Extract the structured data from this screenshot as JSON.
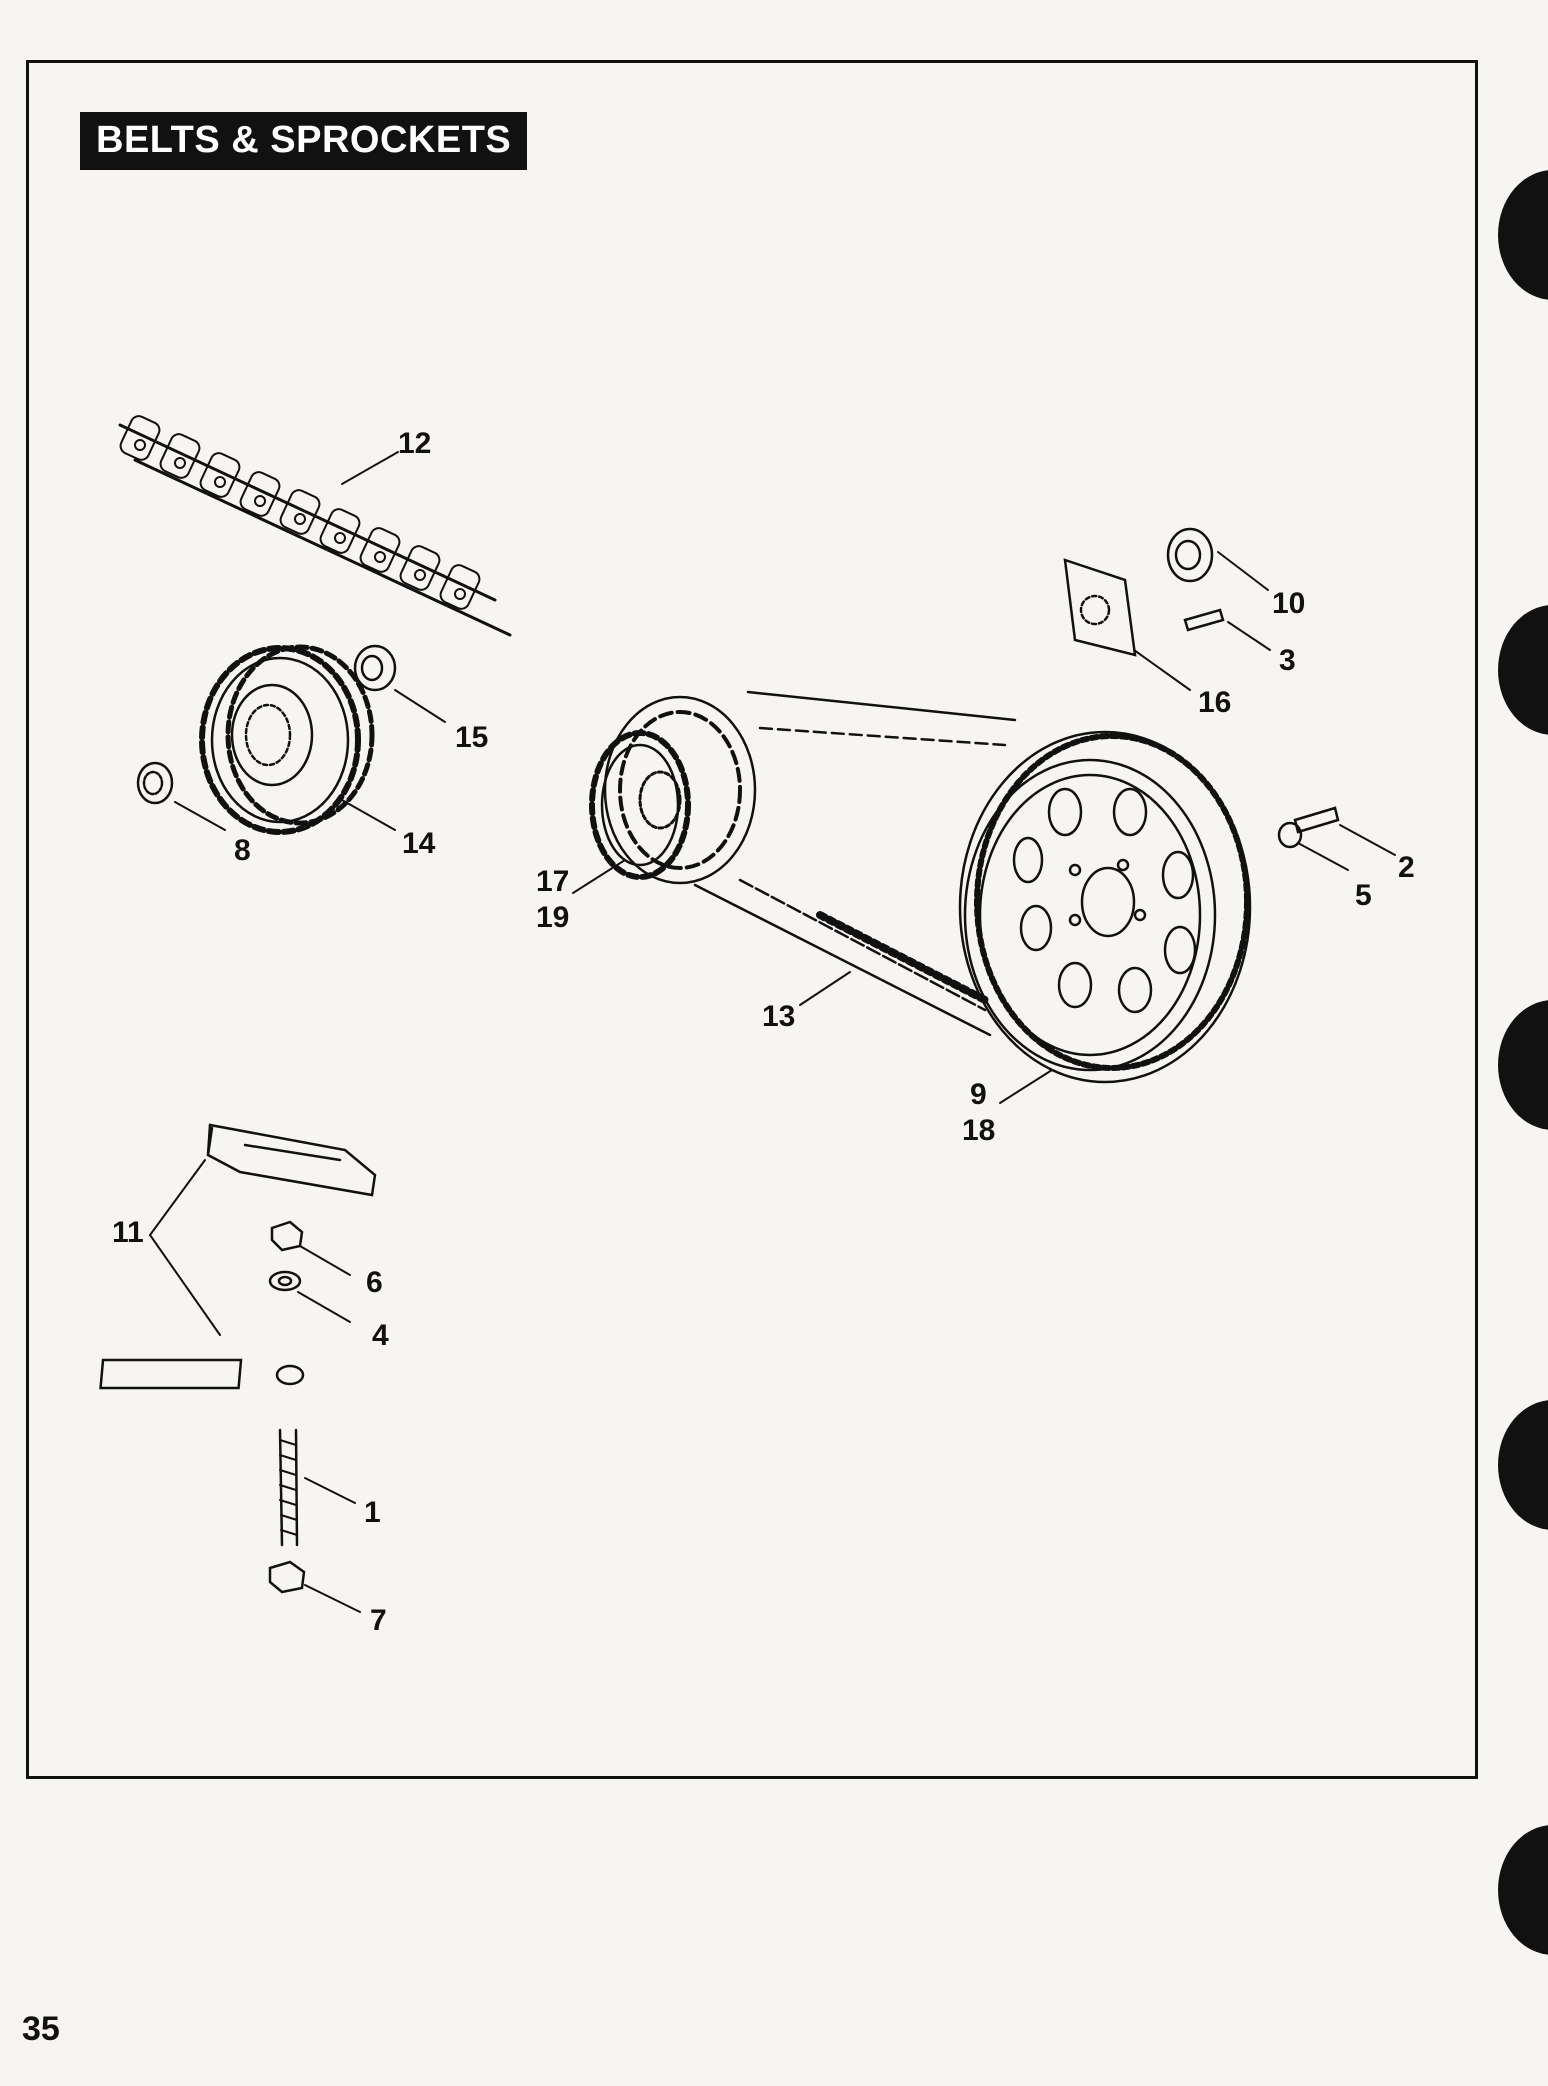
{
  "title": "BELTS & SPROCKETS",
  "page_number": "35",
  "callouts": {
    "c1": "1",
    "c2": "2",
    "c3": "3",
    "c4": "4",
    "c5": "5",
    "c6": "6",
    "c7": "7",
    "c8": "8",
    "c9": "9",
    "c10": "10",
    "c11": "11",
    "c12": "12",
    "c13": "13",
    "c14": "14",
    "c15": "15",
    "c16": "16",
    "c17": "17",
    "c18": "18",
    "c19": "19"
  }
}
